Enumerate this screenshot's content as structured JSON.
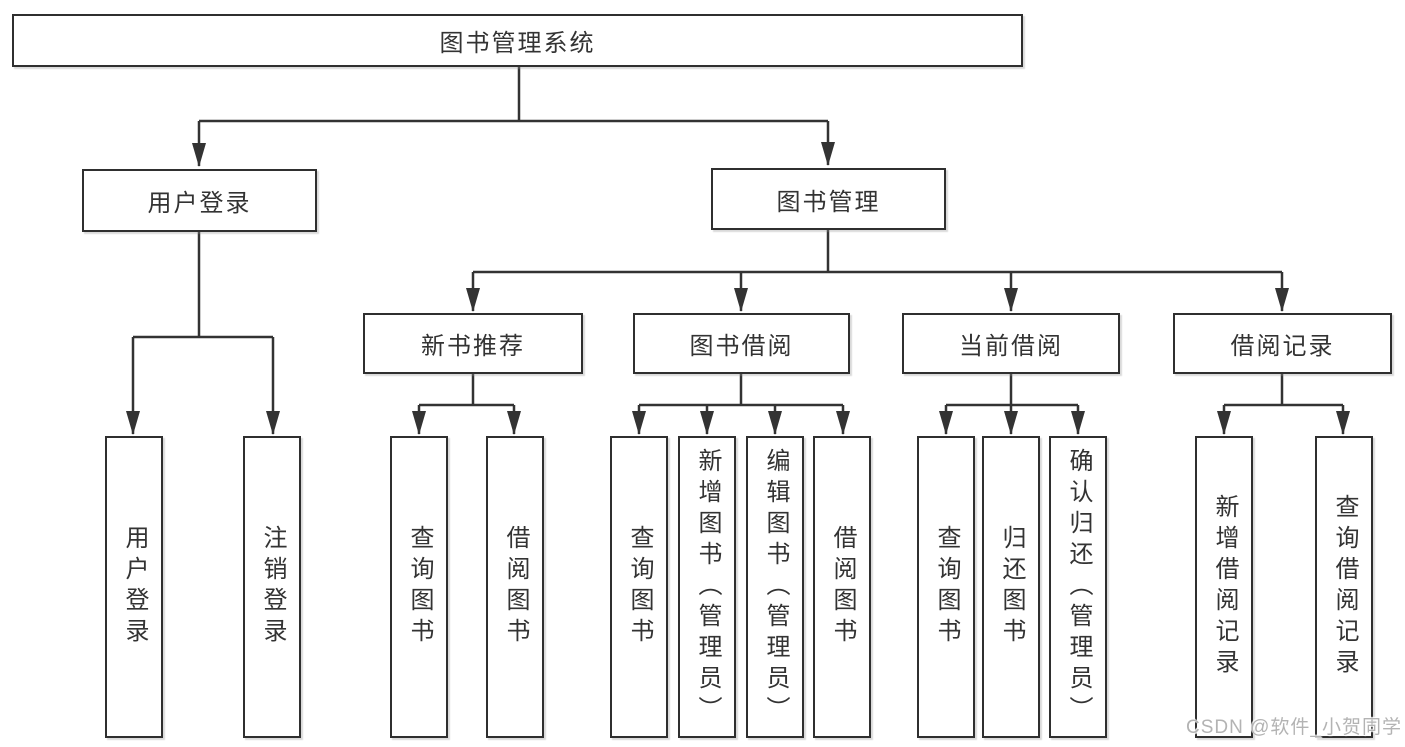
{
  "diagram": {
    "root": {
      "label": "图书管理系统"
    },
    "user_login": {
      "label": "用户登录",
      "children": {
        "login": {
          "label": "用户登录"
        },
        "logout": {
          "label": "注销登录"
        }
      }
    },
    "book_mgmt": {
      "label": "图书管理",
      "children": {
        "new_books": {
          "label": "新书推荐",
          "children": {
            "query_books": {
              "label": "查询图书"
            },
            "borrow_books": {
              "label": "借阅图书"
            }
          }
        },
        "book_borrow": {
          "label": "图书借阅",
          "children": {
            "query_books": {
              "label": "查询图书"
            },
            "add_books": {
              "label": "新增图书（管理员）"
            },
            "edit_books": {
              "label": "编辑图书（管理员）"
            },
            "borrow_books": {
              "label": "借阅图书"
            }
          }
        },
        "current_borrow": {
          "label": "当前借阅",
          "children": {
            "query_books": {
              "label": "查询图书"
            },
            "return_books": {
              "label": "归还图书"
            },
            "confirm_return": {
              "label": "确认归还（管理员）"
            }
          }
        },
        "borrow_records": {
          "label": "借阅记录",
          "children": {
            "add_record": {
              "label": "新增借阅记录"
            },
            "query_record": {
              "label": "查询借阅记录"
            }
          }
        }
      }
    },
    "watermark": "CSDN @软件_小贺同学",
    "colors": {
      "line": "#333333",
      "border": "#2f2f2f",
      "text": "#333333",
      "watermark": "#b3b3b3",
      "background": "#ffffff"
    }
  }
}
